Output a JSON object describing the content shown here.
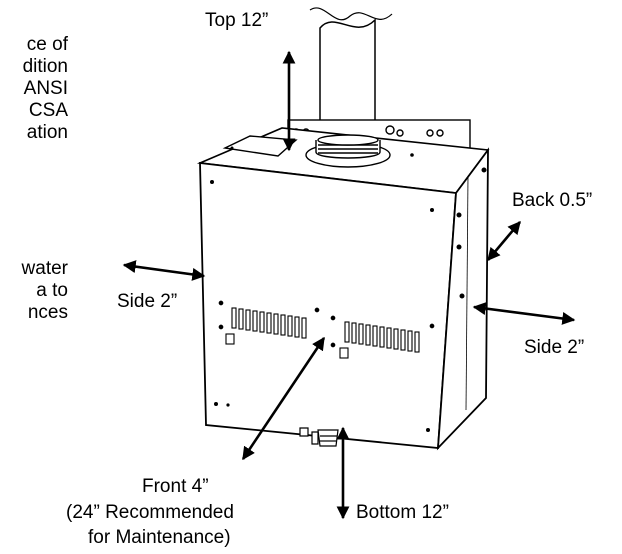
{
  "left_text": {
    "block1": [
      "ce of",
      "dition",
      "ANSI",
      "CSA",
      "ation"
    ],
    "block2": [
      "water",
      "a  to",
      "nces"
    ]
  },
  "labels": {
    "top": "Top 12”",
    "back": "Back 0.5”",
    "side_left": "Side 2”",
    "side_right": "Side 2”",
    "front": "Front 4”",
    "front_note_1": "(24” Recommended",
    "front_note_2": "for Maintenance)",
    "bottom": "Bottom 12”"
  }
}
